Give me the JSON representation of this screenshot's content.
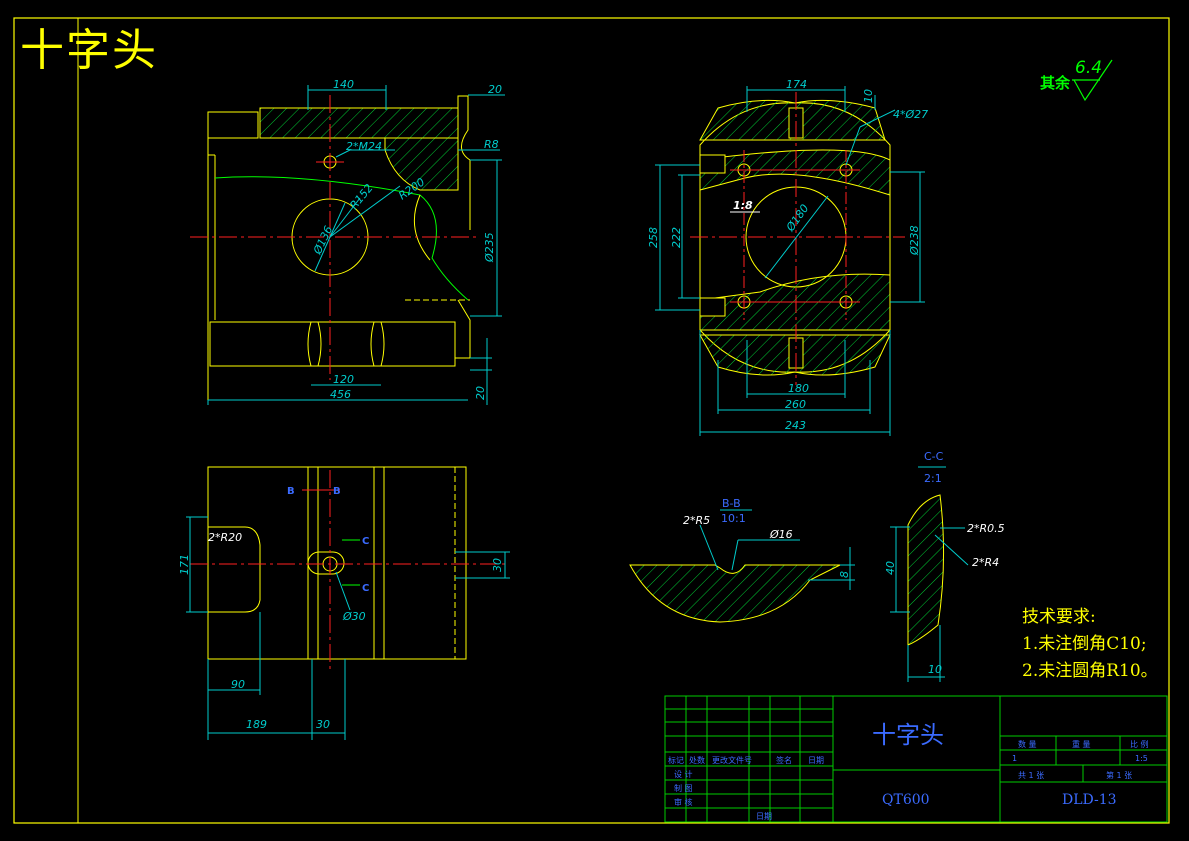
{
  "drawing": {
    "title": "十字头",
    "roughness": {
      "label": "其余",
      "value": "6.4"
    },
    "tech_requirements": {
      "heading": "技术要求:",
      "items": [
        "1.未注倒角C10;",
        "2.未注圆角R10。"
      ]
    }
  },
  "dimensions": {
    "front": [
      "140",
      "20",
      "2*M24",
      "R8",
      "R152",
      "R200",
      "Ø136",
      "Ø235",
      "120",
      "456",
      "20"
    ],
    "side": [
      "174",
      "10",
      "4*Ø27",
      "1:8",
      "Ø180",
      "258",
      "222",
      "Ø238",
      "180",
      "260",
      "243"
    ],
    "top": [
      "2*R20",
      "171",
      "Ø30",
      "30",
      "90",
      "189",
      "30"
    ],
    "section_labels": [
      "B",
      "B",
      "C",
      "C"
    ]
  },
  "details": {
    "bb": {
      "title": "B-B",
      "scale": "10:1",
      "labels": [
        "2*R5",
        "Ø16",
        "8"
      ]
    },
    "cc": {
      "title": "C-C",
      "scale": "2:1",
      "labels": [
        "2*R0.5",
        "2*R4",
        "40",
        "10"
      ]
    }
  },
  "title_block": {
    "part_name": "十字头",
    "material": "QT600",
    "drawing_code": "DLD-13",
    "qty_header": "数 量",
    "weight_header": "重 量",
    "scale_header": "比 例",
    "qty": "1",
    "scale": "1:5",
    "sheets_total": "共 1 张",
    "sheet_no": "第 1 张",
    "rev_headers": [
      "标记",
      "处数",
      "更改文件号",
      "签名",
      "日期"
    ],
    "roles": [
      "设 计",
      "制 图",
      "审 核"
    ],
    "date_label": "日期"
  }
}
